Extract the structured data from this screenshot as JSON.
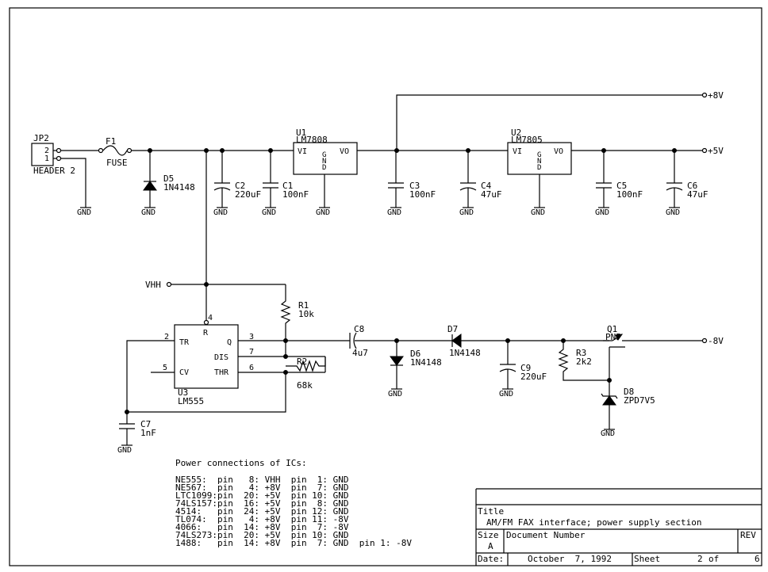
{
  "connector": {
    "ref": "JP2",
    "pins": [
      "2",
      "1"
    ],
    "value": "HEADER 2"
  },
  "fuse": {
    "ref": "F1",
    "value": "FUSE"
  },
  "d5": {
    "ref": "D5",
    "value": "1N4148"
  },
  "d6": {
    "ref": "D6",
    "value": "1N4148"
  },
  "d7": {
    "ref": "D7",
    "value": "1N4148"
  },
  "d8": {
    "ref": "D8",
    "value": "ZPD7V5"
  },
  "c1": {
    "ref": "C1",
    "value": "100nF"
  },
  "c2": {
    "ref": "C2",
    "value": "220uF"
  },
  "c3": {
    "ref": "C3",
    "value": "100nF"
  },
  "c4": {
    "ref": "C4",
    "value": "47uF"
  },
  "c5": {
    "ref": "C5",
    "value": "100nF"
  },
  "c6": {
    "ref": "C6",
    "value": "47uF"
  },
  "c7": {
    "ref": "C7",
    "value": "1nF"
  },
  "c8": {
    "ref": "C8",
    "value": "4u7"
  },
  "c9": {
    "ref": "C9",
    "value": "220uF"
  },
  "r1": {
    "ref": "R1",
    "value": "10k"
  },
  "r2": {
    "ref": "R2",
    "value": "68k"
  },
  "r3": {
    "ref": "R3",
    "value": "2k2"
  },
  "q1": {
    "ref": "Q1",
    "value": "PNP"
  },
  "u1": {
    "ref": "U1",
    "value": "LM7808",
    "vi": "VI",
    "vo": "VO",
    "gnd": [
      "G",
      "N",
      "D"
    ]
  },
  "u2": {
    "ref": "U2",
    "value": "LM7805",
    "vi": "VI",
    "vo": "VO",
    "gnd": [
      "G",
      "N",
      "D"
    ]
  },
  "u3": {
    "ref": "U3",
    "value": "LM555",
    "pins": {
      "tr": "TR",
      "q": "Q",
      "cv": "CV",
      "dis": "DIS",
      "thr": "THR",
      "r": "R"
    },
    "pin_numbers": {
      "tr": "2",
      "q": "3",
      "cv": "5",
      "dis": "7",
      "thr": "6",
      "r": "4"
    }
  },
  "gnd_label": "GND",
  "rails": {
    "p8": "+8V",
    "p5": "+5V",
    "m8": "-8V",
    "vhh": "VHH"
  },
  "power_table": {
    "heading": "Power connections of ICs:",
    "lines": [
      "NE555:  pin   8: VHH  pin  1: GND",
      "NE567:  pin   4: +8V  pin  7: GND",
      "LTC1099:pin  20: +5V  pin 10: GND",
      "74LS157:pin  16: +5V  pin  8: GND",
      "4514:   pin  24: +5V  pin 12: GND",
      "TL074:  pin   4: +8V  pin 11: -8V",
      "4066:   pin  14: +8V  pin  7: -8V",
      "74LS273:pin  20: +5V  pin 10: GND",
      "1488:   pin  14: +8V  pin  7: GND  pin 1: -8V"
    ]
  },
  "title_block": {
    "title_label": "Title",
    "title": "AM/FM FAX interface; power supply section",
    "size_label": "Size",
    "size": "A",
    "docnum_label": "Document Number",
    "rev_label": "REV",
    "date_label": "Date:",
    "date": "October  7, 1992",
    "sheet_label": "Sheet",
    "sheet": "2",
    "of_label": "of",
    "sheets": "6"
  }
}
